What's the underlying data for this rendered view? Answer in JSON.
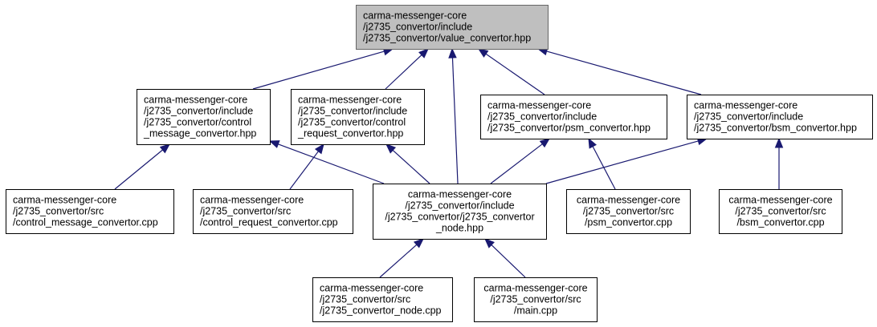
{
  "diagram": {
    "nodes": [
      {
        "id": "value_convertor_hpp",
        "name": "node-value-convertor-hpp",
        "highlight": true,
        "lines": [
          "carma-messenger-core",
          "/j2735_convertor/include",
          "/j2735_convertor/value_convertor.hpp"
        ]
      },
      {
        "id": "control_message_convertor_hpp",
        "name": "node-control-message-convertor-hpp",
        "lines": [
          "carma-messenger-core",
          "/j2735_convertor/include",
          "/j2735_convertor/control",
          "_message_convertor.hpp"
        ]
      },
      {
        "id": "control_request_convertor_hpp",
        "name": "node-control-request-convertor-hpp",
        "lines": [
          "carma-messenger-core",
          "/j2735_convertor/include",
          "/j2735_convertor/control",
          "_request_convertor.hpp"
        ]
      },
      {
        "id": "psm_convertor_hpp",
        "name": "node-psm-convertor-hpp",
        "lines": [
          "carma-messenger-core",
          "/j2735_convertor/include",
          "/j2735_convertor/psm_convertor.hpp"
        ]
      },
      {
        "id": "bsm_convertor_hpp",
        "name": "node-bsm-convertor-hpp",
        "lines": [
          "carma-messenger-core",
          "/j2735_convertor/include",
          "/j2735_convertor/bsm_convertor.hpp"
        ]
      },
      {
        "id": "control_message_convertor_cpp",
        "name": "node-control-message-convertor-cpp",
        "lines": [
          "carma-messenger-core",
          "/j2735_convertor/src",
          "/control_message_convertor.cpp"
        ]
      },
      {
        "id": "control_request_convertor_cpp",
        "name": "node-control-request-convertor-cpp",
        "lines": [
          "carma-messenger-core",
          "/j2735_convertor/src",
          "/control_request_convertor.cpp"
        ]
      },
      {
        "id": "j2735_convertor_node_hpp",
        "name": "node-j2735-convertor-node-hpp",
        "lines": [
          "carma-messenger-core",
          "/j2735_convertor/include",
          "/j2735_convertor/j2735_convertor",
          "_node.hpp"
        ]
      },
      {
        "id": "psm_convertor_cpp",
        "name": "node-psm-convertor-cpp",
        "lines": [
          "carma-messenger-core",
          "/j2735_convertor/src",
          "/psm_convertor.cpp"
        ]
      },
      {
        "id": "bsm_convertor_cpp",
        "name": "node-bsm-convertor-cpp",
        "lines": [
          "carma-messenger-core",
          "/j2735_convertor/src",
          "/bsm_convertor.cpp"
        ]
      },
      {
        "id": "j2735_convertor_node_cpp",
        "name": "node-j2735-convertor-node-cpp",
        "lines": [
          "carma-messenger-core",
          "/j2735_convertor/src",
          "/j2735_convertor_node.cpp"
        ]
      },
      {
        "id": "main_cpp",
        "name": "node-main-cpp",
        "lines": [
          "carma-messenger-core",
          "/j2735_convertor/src",
          "/main.cpp"
        ]
      }
    ],
    "edges": [
      {
        "from": "control_message_convertor_hpp",
        "to": "value_convertor_hpp"
      },
      {
        "from": "control_request_convertor_hpp",
        "to": "value_convertor_hpp"
      },
      {
        "from": "j2735_convertor_node_hpp",
        "to": "value_convertor_hpp"
      },
      {
        "from": "psm_convertor_hpp",
        "to": "value_convertor_hpp"
      },
      {
        "from": "bsm_convertor_hpp",
        "to": "value_convertor_hpp"
      },
      {
        "from": "control_message_convertor_cpp",
        "to": "control_message_convertor_hpp"
      },
      {
        "from": "j2735_convertor_node_hpp",
        "to": "control_message_convertor_hpp"
      },
      {
        "from": "control_request_convertor_cpp",
        "to": "control_request_convertor_hpp"
      },
      {
        "from": "j2735_convertor_node_hpp",
        "to": "control_request_convertor_hpp"
      },
      {
        "from": "j2735_convertor_node_hpp",
        "to": "psm_convertor_hpp"
      },
      {
        "from": "psm_convertor_cpp",
        "to": "psm_convertor_hpp"
      },
      {
        "from": "j2735_convertor_node_hpp",
        "to": "bsm_convertor_hpp"
      },
      {
        "from": "bsm_convertor_cpp",
        "to": "bsm_convertor_hpp"
      },
      {
        "from": "j2735_convertor_node_cpp",
        "to": "j2735_convertor_node_hpp"
      },
      {
        "from": "main_cpp",
        "to": "j2735_convertor_node_hpp"
      }
    ],
    "colors": {
      "edge": "#191970",
      "highlight_fill": "#bfbfbf",
      "node_border": "#000000"
    }
  }
}
